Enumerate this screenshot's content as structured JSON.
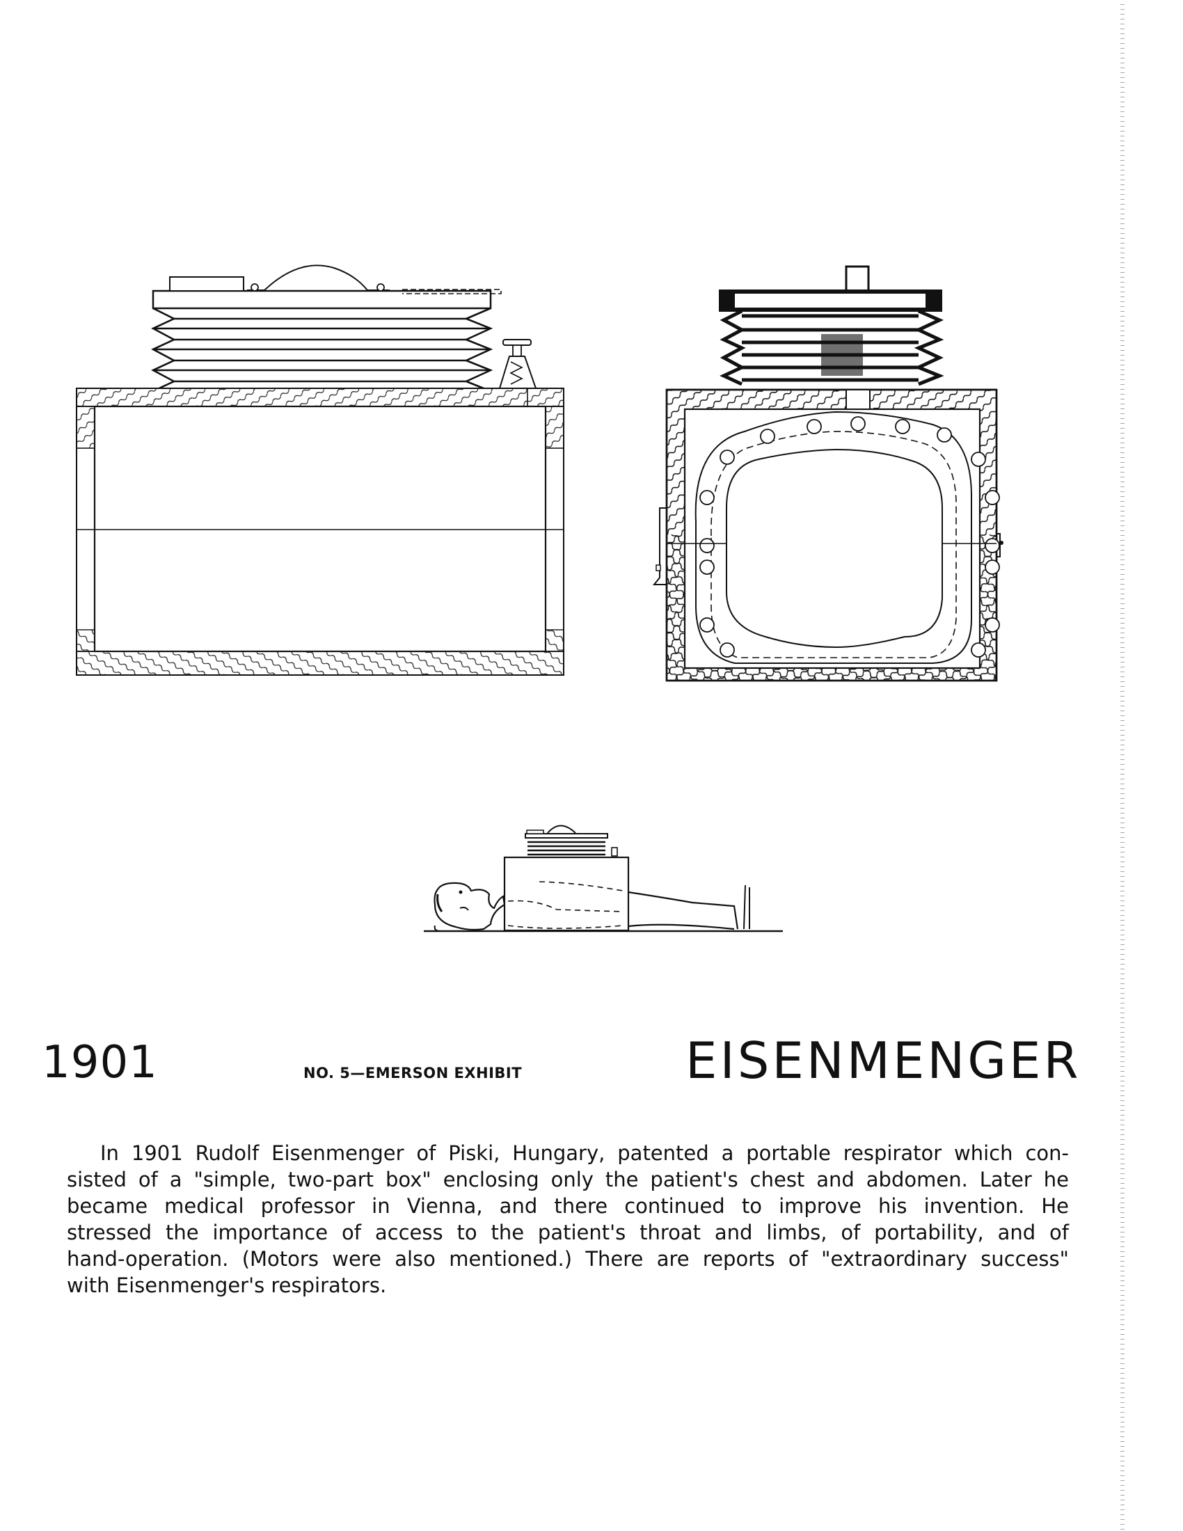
{
  "page": {
    "year": "1901",
    "exhibit_label": "NO. 5—EMERSON EXHIBIT",
    "title": "EISENMENGER"
  },
  "figures": [
    {
      "name": "side-section-view",
      "description": "Side cross-section of box respirator with bellows and valve on top"
    },
    {
      "name": "end-section-view",
      "description": "End cross-section showing oval chest opening with bolt ring"
    },
    {
      "name": "patient-in-respirator",
      "description": "Patient lying supine with box enclosing chest and abdomen"
    }
  ],
  "body": {
    "lines": [
      "In 1901 Rudolf Eisenmenger of Piski, Hungary, patented a portable respirator which con-",
      "sisted of a \"simple, two-part box\" enclosing only the patient's chest and abdomen. Later he",
      "became medical professor in Vienna, and there continued to improve his invention. He",
      "stressed the importance of access to the patient's throat and limbs, of portability, and of",
      "hand-operation. (Motors were also mentioned.) There are reports of \"extraordinary success\"",
      "with Eisenmenger's respirators."
    ]
  }
}
